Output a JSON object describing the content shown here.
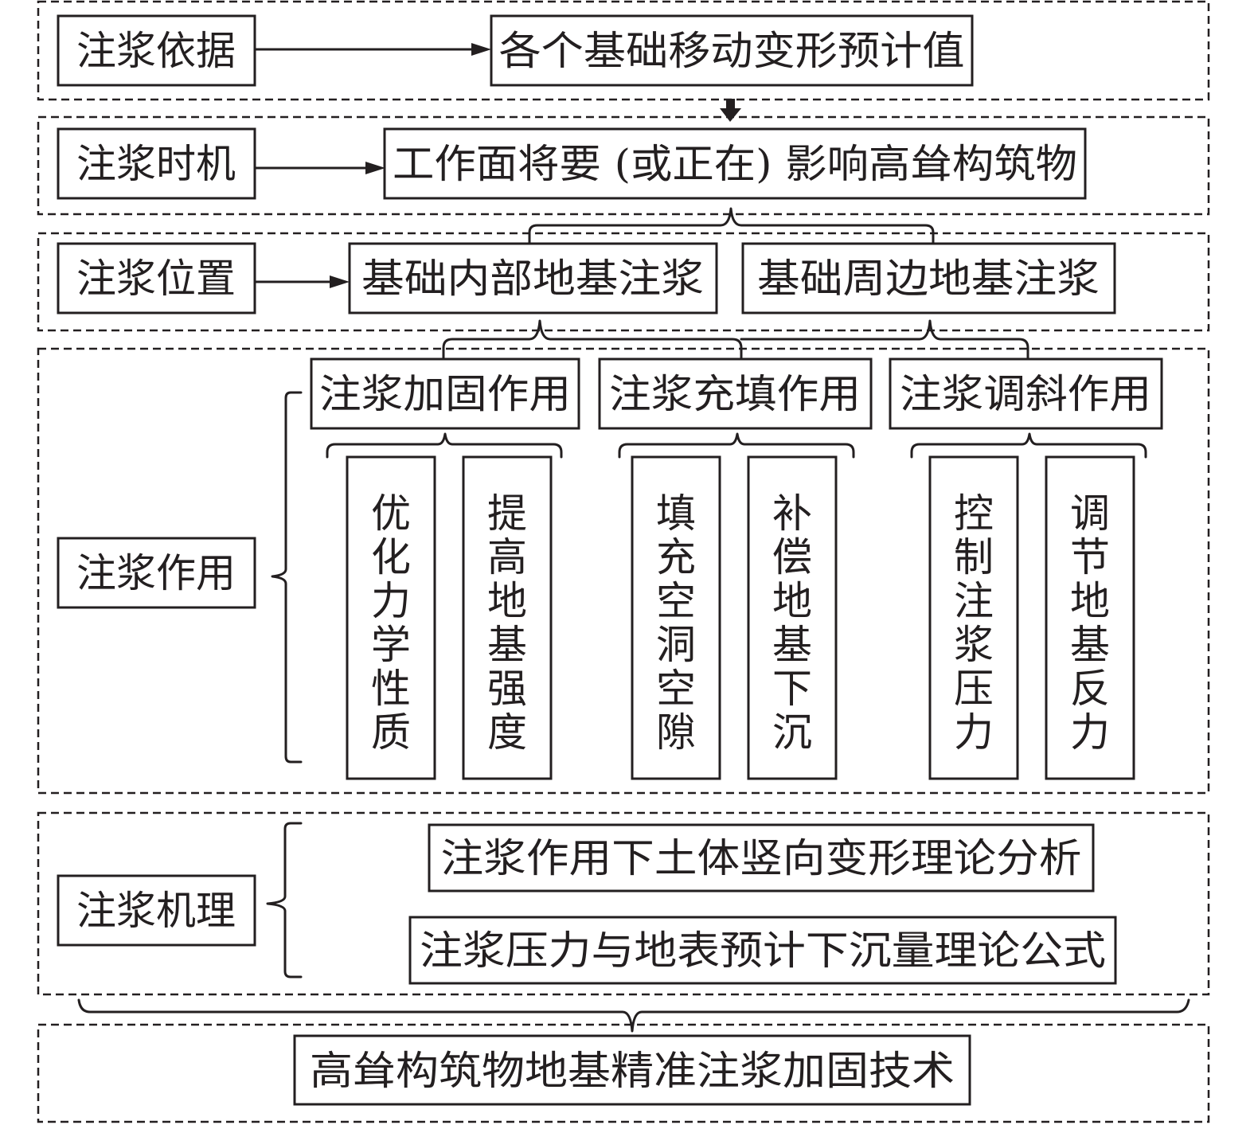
{
  "rows": {
    "basis": {
      "label": "注浆依据",
      "target": "各个基础移动变形预计值"
    },
    "timing": {
      "label": "注浆时机",
      "target": "工作面将要 (或正在) 影响高耸构筑物"
    },
    "location": {
      "label": "注浆位置",
      "targets": [
        "基础内部地基注浆",
        "基础周边地基注浆"
      ]
    },
    "effect": {
      "label": "注浆作用",
      "groups": [
        {
          "title": "注浆加固作用",
          "items": [
            "优化力学性质",
            "提高地基强度"
          ]
        },
        {
          "title": "注浆充填作用",
          "items": [
            "填充空洞空隙",
            "补偿地基下沉"
          ]
        },
        {
          "title": "注浆调斜作用",
          "items": [
            "控制注浆压力",
            "调节地基反力"
          ]
        }
      ]
    },
    "mechanism": {
      "label": "注浆机理",
      "items": [
        "注浆作用下土体竖向变形理论分析",
        "注浆压力与地表预计下沉量理论公式"
      ]
    },
    "result": {
      "label": "高耸构筑物地基精准注浆加固技术"
    }
  }
}
